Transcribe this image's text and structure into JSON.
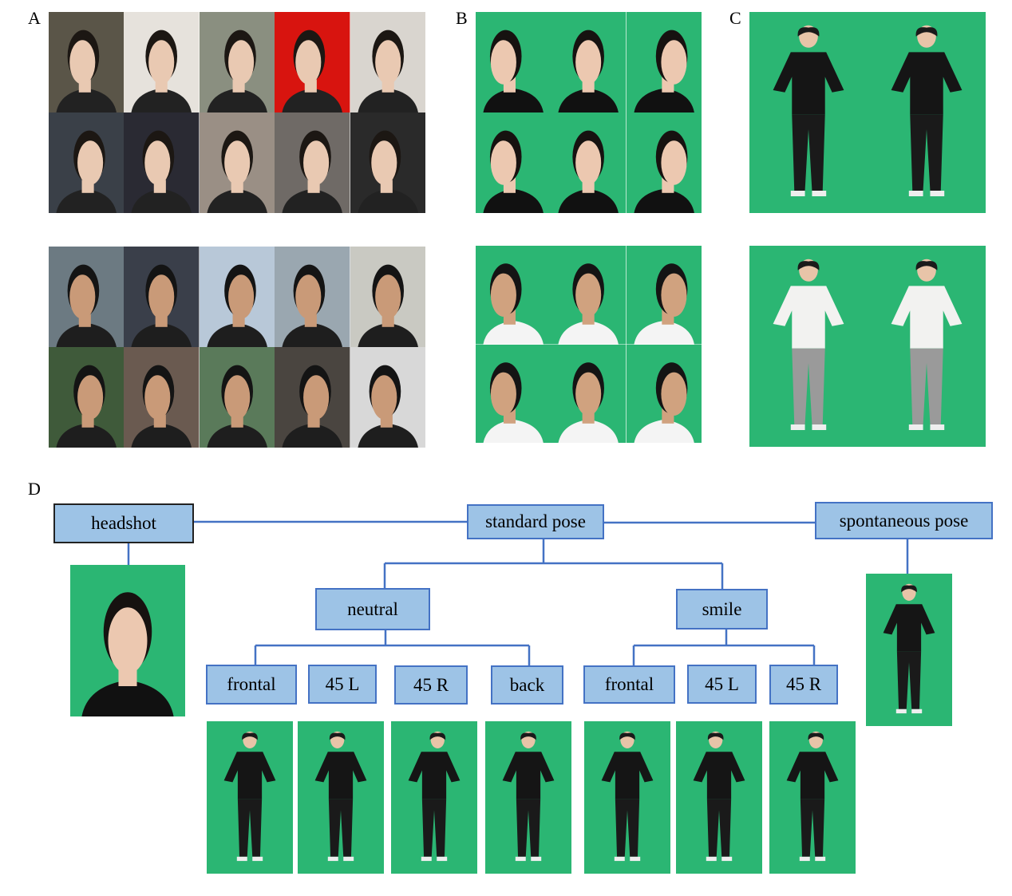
{
  "panels": {
    "a": "A",
    "b": "B",
    "c": "C",
    "d": "D"
  },
  "diagram": {
    "root_left": "headshot",
    "root_center": "standard pose",
    "root_right": "spontaneous pose",
    "expression_1": "neutral",
    "expression_2": "smile",
    "neutral_views": [
      "frontal",
      "45 L",
      "45 R",
      "back"
    ],
    "smile_views": [
      "frontal",
      "45 L",
      "45 R"
    ]
  },
  "colors": {
    "box_fill": "#9dc3e6",
    "box_border": "#4472c4",
    "connector": "#4472c4",
    "green_screen": "#2bb673"
  }
}
